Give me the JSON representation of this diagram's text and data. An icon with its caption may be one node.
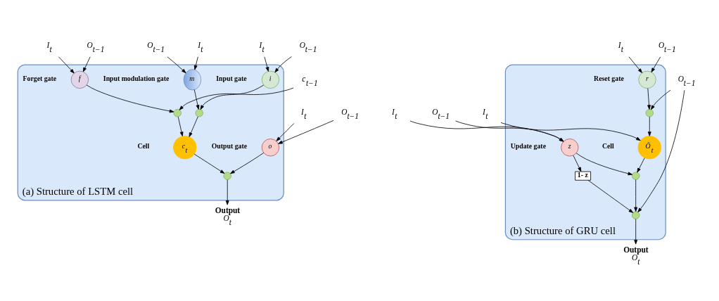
{
  "diagram": {
    "nodes": [
      {
        "text": [],
        "shape": "box",
        "beside": [
          "(a) Structure of LSTM cell"
        ]
      },
      {
        "text": [
          "O$_{t−1}$"
        ]
      },
      {
        "text": [
          "I$_{t}$"
        ]
      },
      {
        "text": [
          "O$_{t−1}$"
        ]
      },
      {
        "text": [
          "I$_{t}$"
        ]
      },
      {
        "text": [
          "i"
        ],
        "in": 0,
        "beside": [
          "Input gate"
        ]
      },
      {
        "text": [
          "o"
        ],
        "in": 0,
        "beside": [
          "Output gate"
        ]
      },
      {
        "text": [
          "I$_{t}$"
        ]
      },
      {
        "text": [
          "m"
        ],
        "in": 0,
        "beside": [
          "Input modulation gate"
        ]
      },
      {
        "text": [
          "O$_{t−1}$"
        ]
      },
      {
        "text": [],
        "shape": "circle",
        "in": 0
      },
      {
        "text": [
          "c$_{t}$"
        ],
        "in": 0,
        "beside": [
          "Cell"
        ]
      },
      {
        "text": [],
        "shape": "circle",
        "in": 0
      },
      {
        "text": [
          "O$_{t}$"
        ],
        "beside": [
          "Output"
        ]
      },
      {
        "text": [
          "c$_{t−1}$"
        ]
      },
      {
        "text": [],
        "shape": "circle",
        "in": 0
      },
      {
        "text": [
          "f"
        ],
        "in": 0,
        "beside": [
          "Forget gate"
        ]
      },
      {
        "text": [
          "O$_{t−1}$"
        ]
      },
      {
        "text": [
          "I$_{t}$"
        ]
      },
      {
        "text": [],
        "shape": "box",
        "beside": [
          "(b) Structure of GRU cell"
        ]
      },
      {
        "text": [
          "O$_{t−1}$"
        ]
      },
      {
        "text": [
          "I$_{t}$"
        ]
      },
      {
        "text": [
          "O$_{t−1}$"
        ]
      },
      {
        "text": [
          "I$_{t}$"
        ]
      },
      {
        "text": [
          "r"
        ],
        "in": 19,
        "beside": [
          "Reset gate"
        ]
      },
      {
        "text": [
          "z"
        ],
        "in": 19,
        "beside": [
          "Update gate"
        ]
      },
      {
        "text": [
          "1- z"
        ],
        "in": 19
      },
      {
        "text": [],
        "shape": "circle",
        "in": 19
      },
      {
        "text": [
          "Ō$_{t}$"
        ],
        "in": 19,
        "beside": [
          "Cell"
        ]
      },
      {
        "text": [],
        "shape": "circle",
        "in": 19
      },
      {
        "text": [],
        "shape": "circle",
        "in": 19
      },
      {
        "text": [
          "O$_{t}$"
        ],
        "beside": [
          "Output"
        ]
      },
      {
        "text": [
          "O$_{t−1}$"
        ]
      },
      {
        "text": [
          "I$_{t}$"
        ]
      }
    ],
    "edges": [
      {
        "from": 1,
        "to": 5,
        "arrow": "to"
      },
      {
        "from": 2,
        "to": 5,
        "arrow": "to"
      },
      {
        "from": 3,
        "to": 6,
        "arrow": "to"
      },
      {
        "from": 4,
        "to": 6,
        "arrow": "to"
      },
      {
        "from": 7,
        "to": 8,
        "arrow": "to"
      },
      {
        "from": 9,
        "to": 8,
        "arrow": "to"
      },
      {
        "from": 8,
        "to": 10,
        "arrow": "to"
      },
      {
        "from": 5,
        "to": 10,
        "arrow": "to"
      },
      {
        "from": 10,
        "to": 11,
        "arrow": "to"
      },
      {
        "from": 11,
        "to": 12,
        "arrow": "to"
      },
      {
        "from": 6,
        "to": 12,
        "arrow": "to"
      },
      {
        "from": 12,
        "to": 13,
        "arrow": "to"
      },
      {
        "from": 14,
        "to": 15,
        "arrow": "to"
      },
      {
        "from": 16,
        "to": 15,
        "arrow": "to"
      },
      {
        "from": 15,
        "to": 11,
        "arrow": "to"
      },
      {
        "from": 17,
        "to": 16,
        "arrow": "to"
      },
      {
        "from": 18,
        "to": 16,
        "arrow": "to"
      },
      {
        "from": 20,
        "to": 24,
        "arrow": "to"
      },
      {
        "from": 21,
        "to": 24,
        "arrow": "to"
      },
      {
        "from": 22,
        "to": 25,
        "arrow": "to"
      },
      {
        "from": 23,
        "to": 25,
        "arrow": "to"
      },
      {
        "from": 24,
        "to": 27,
        "arrow": "to"
      },
      {
        "from": 27,
        "to": 28,
        "arrow": "to"
      },
      {
        "from": 28,
        "to": 29,
        "arrow": "to"
      },
      {
        "from": 25,
        "to": 26,
        "arrow": "to"
      },
      {
        "from": 25,
        "to": 29,
        "arrow": "to"
      },
      {
        "from": 29,
        "to": 30,
        "arrow": "to"
      },
      {
        "from": 26,
        "to": 30,
        "arrow": "to"
      },
      {
        "from": 30,
        "to": 31,
        "arrow": "to"
      },
      {
        "from": 32,
        "to": 27,
        "arrow": "to"
      },
      {
        "from": 32,
        "to": 30,
        "arrow": "to"
      },
      {
        "from": 33,
        "to": 28,
        "arrow": "to"
      }
    ]
  }
}
